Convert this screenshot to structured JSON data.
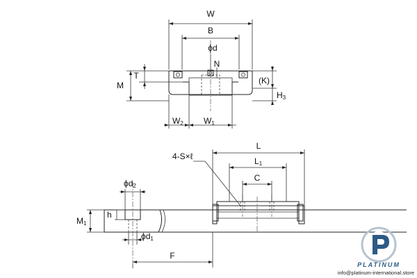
{
  "labels": {
    "W": "W",
    "B": "B",
    "phi_d": "ϕd",
    "N": "N",
    "T": "T",
    "M": "M",
    "K": "(K)",
    "H3_main": "H",
    "H3_sub": "3",
    "W2_main": "W",
    "W2_sub": "2",
    "W1_main": "W",
    "W1_sub": "1",
    "L": "L",
    "L1_main": "L",
    "L1_sub": "1",
    "C": "C",
    "S": "4-S×ℓ",
    "d2_main": "ϕd",
    "d2_sub": "2",
    "h": "h",
    "M1_main": "M",
    "M1_sub": "1",
    "d1_main": "ϕd",
    "d1_sub": "1",
    "F": "F"
  },
  "logo": {
    "brand": "PLATINUM",
    "site": "info@platinum-international.store"
  },
  "colors": {
    "line": "#222222",
    "logo_blue": "#2c5a86",
    "logo_ring": "#b7c3cf"
  }
}
